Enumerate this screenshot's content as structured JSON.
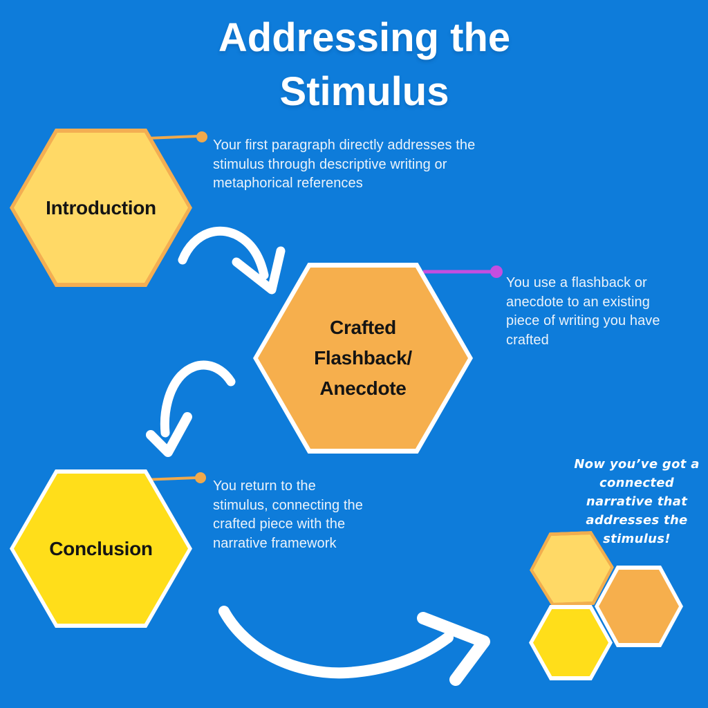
{
  "title": {
    "line1": "Addressing the",
    "line2": "Stimulus"
  },
  "steps": [
    {
      "label": "Introduction",
      "note": "Your first paragraph directly addresses the stimulus through descriptive writing or metaphorical references",
      "connector_color": "#F0A94C",
      "hex_fill": "#FFD966",
      "hex_border": "#F3AE52"
    },
    {
      "label": "Crafted Flashback/ Anecdote",
      "note": "You use a flashback or anecdote to an existing piece of writing you have crafted",
      "connector_color": "#C44EE0",
      "hex_fill": "#F6AF4D",
      "hex_border": "#FFFFFF"
    },
    {
      "label": "Conclusion",
      "note": "You return to the stimulus, connecting the crafted piece with the narrative framework",
      "connector_color": "#F0A94C",
      "hex_fill": "#FFDE1A",
      "hex_border": "#FFFFFF"
    }
  ],
  "final_note": "Now you’ve got a connected narrative that addresses the stimulus!",
  "colors": {
    "background": "#0E7CDA",
    "title_text": "#FFFFFF",
    "note_text": "#ECF3FA",
    "label_text": "#141414",
    "arrow": "#FFFFFF",
    "connector_orange": "#F0A94C",
    "connector_purple": "#C44EE0",
    "cluster_hex_top_fill": "#FFD966",
    "cluster_hex_top_border": "#F2AE4E",
    "cluster_hex_right_fill": "#F6AF4D",
    "cluster_hex_bottom_fill": "#FFDE1A"
  }
}
